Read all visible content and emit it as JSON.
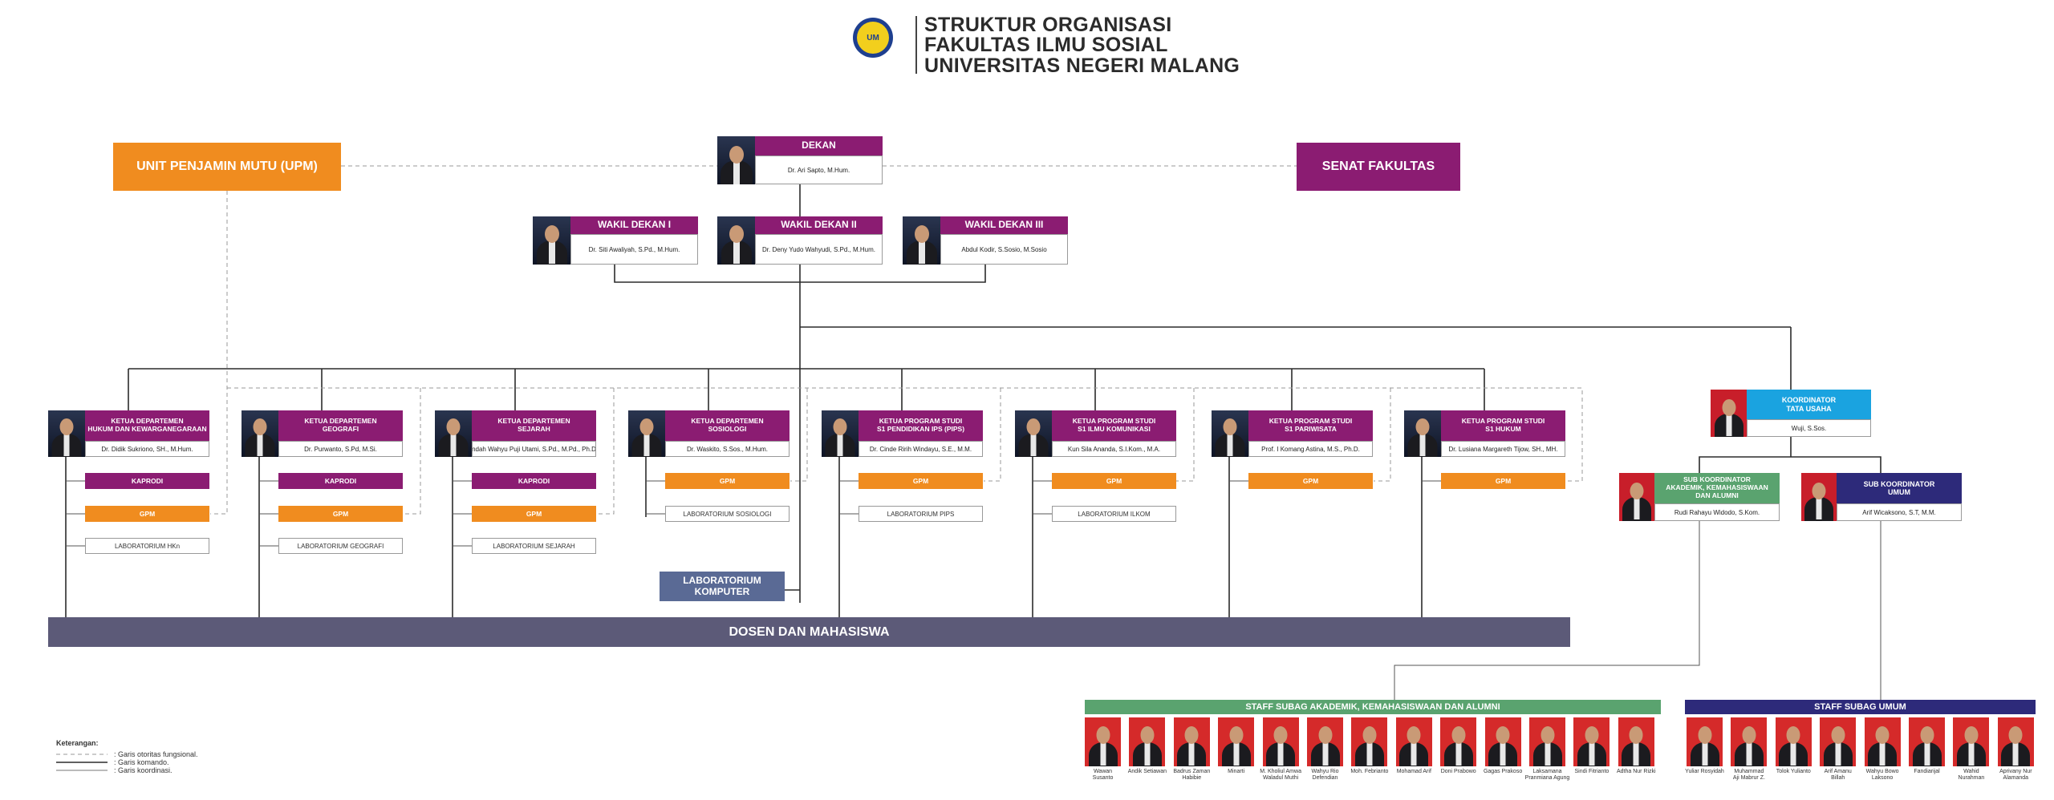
{
  "header": {
    "line1": "STRUKTUR ORGANISASI",
    "line2": "FAKULTAS ILMU SOSIAL",
    "line3": "UNIVERSITAS NEGERI MALANG",
    "logo_text": "UM"
  },
  "upm": "UNIT PENJAMIN MUTU (UPM)",
  "senat": "SENAT FAKULTAS",
  "dekan": {
    "title": "DEKAN",
    "name": "Dr. Ari Sapto, M.Hum."
  },
  "wakil": [
    {
      "title": "WAKIL DEKAN I",
      "name": "Dr. Siti Awaliyah, S.Pd., M.Hum."
    },
    {
      "title": "WAKIL DEKAN II",
      "name": "Dr. Deny Yudo Wahyudi, S.Pd., M.Hum."
    },
    {
      "title": "WAKIL DEKAN III",
      "name": "Abdul Kodir, S.Sosio, M.Sosio"
    }
  ],
  "departments": [
    {
      "title": "KETUA DEPARTEMEN\nHUKUM DAN KEWARGANEGARAAN",
      "name": "Dr. Didik Sukriono, SH., M.Hum.",
      "kaprodi": "KAPRODI",
      "gpm": "GPM",
      "lab": "LABORATORIUM HKn"
    },
    {
      "title": "KETUA DEPARTEMEN\nGEOGRAFI",
      "name": "Dr. Purwanto, S.Pd, M.Si.",
      "kaprodi": "KAPRODI",
      "gpm": "GPM",
      "lab": "LABORATORIUM GEOGRAFI"
    },
    {
      "title": "KETUA DEPARTEMEN\nSEJARAH",
      "name": "Indah Wahyu Puji Utami, S.Pd., M.Pd., Ph.D.",
      "kaprodi": "KAPRODI",
      "gpm": "GPM",
      "lab": "LABORATORIUM SEJARAH"
    },
    {
      "title": "KETUA DEPARTEMEN\nSOSIOLOGI",
      "name": "Dr. Waskito, S.Sos., M.Hum.",
      "gpm": "GPM",
      "lab": "LABORATORIUM SOSIOLOGI"
    },
    {
      "title": "KETUA PROGRAM STUDI\nS1 PENDIDIKAN IPS (PIPS)",
      "name": "Dr. Cinde Ririh Windayu, S.E., M.M.",
      "gpm": "GPM",
      "lab": "LABORATORIUM PIPS"
    },
    {
      "title": "KETUA PROGRAM STUDI\nS1 ILMU KOMUNIKASI",
      "name": "Kun Sila Ananda, S.I.Kom., M.A.",
      "gpm": "GPM",
      "lab": "LABORATORIUM ILKOM"
    },
    {
      "title": "KETUA PROGRAM STUDI\nS1 PARIWISATA",
      "name": "Prof. I Komang Astina, M.S., Ph.D.",
      "gpm": "GPM"
    },
    {
      "title": "KETUA PROGRAM STUDI\nS1 HUKUM",
      "name": "Dr. Lusiana Margareth Tijow, SH., MH.",
      "gpm": "GPM"
    }
  ],
  "lab_komputer": "LABORATORIUM\nKOMPUTER",
  "dosen": "DOSEN DAN MAHASISWA",
  "ktu": {
    "title": "KOORDINATOR\nTATA USAHA",
    "name": "Wuji, S.Sos."
  },
  "sub_akademik": {
    "title": "SUB KOORDINATOR\nAKADEMIK, KEMAHASISWAAN\nDAN ALUMNI",
    "name": "Rudi Rahayu Widodo, S.Kom."
  },
  "sub_umum": {
    "title": "SUB KOORDINATOR\nUMUM",
    "name": "Arif Wicaksono, S.T, M.M."
  },
  "staff_akademik": {
    "title": "STAFF SUBAG AKADEMIK, KEMAHASISWAAN DAN ALUMNI",
    "members": [
      "Wawan\nSusanto",
      "Andik Setiawan",
      "Badrus Zaman\nHabibie",
      "Minarti",
      "M. Kholiul Amwa\nWaladul Muthi",
      "Wahyu Rio\nDefendian",
      "Moh. Febrianto",
      "Mohamad Arif",
      "Doni Prabowo",
      "Gagas Prakoso",
      "Laksamana\nPranmiana Agung",
      "Sindi Fitrianto",
      "Adtha Nur Rizki"
    ]
  },
  "staff_umum": {
    "title": "STAFF SUBAG UMUM",
    "members": [
      "Yuliar Rosyidah",
      "Muhammad\nAji Mabrur Z.",
      "Tolok Yulianto",
      "Arif Amanu\nBillah",
      "Wahyu Bowo\nLaksono",
      "Fandiarijal",
      "Wahid\nNurahman",
      "Aprivany Nur\nAlamanda"
    ]
  },
  "legend": {
    "title": "Keterangan:",
    "items": [
      ": Garis otoritas fungsional.",
      ": Garis komando.",
      ": Garis koordinasi."
    ]
  },
  "colors": {
    "magenta": "#8b1c72",
    "orange": "#f08c1f",
    "navy": "#5c5a78",
    "blue": "#1aa3e0",
    "green": "#5aa36f",
    "indigo": "#2d2a7a",
    "lab": "#5a6a95"
  }
}
